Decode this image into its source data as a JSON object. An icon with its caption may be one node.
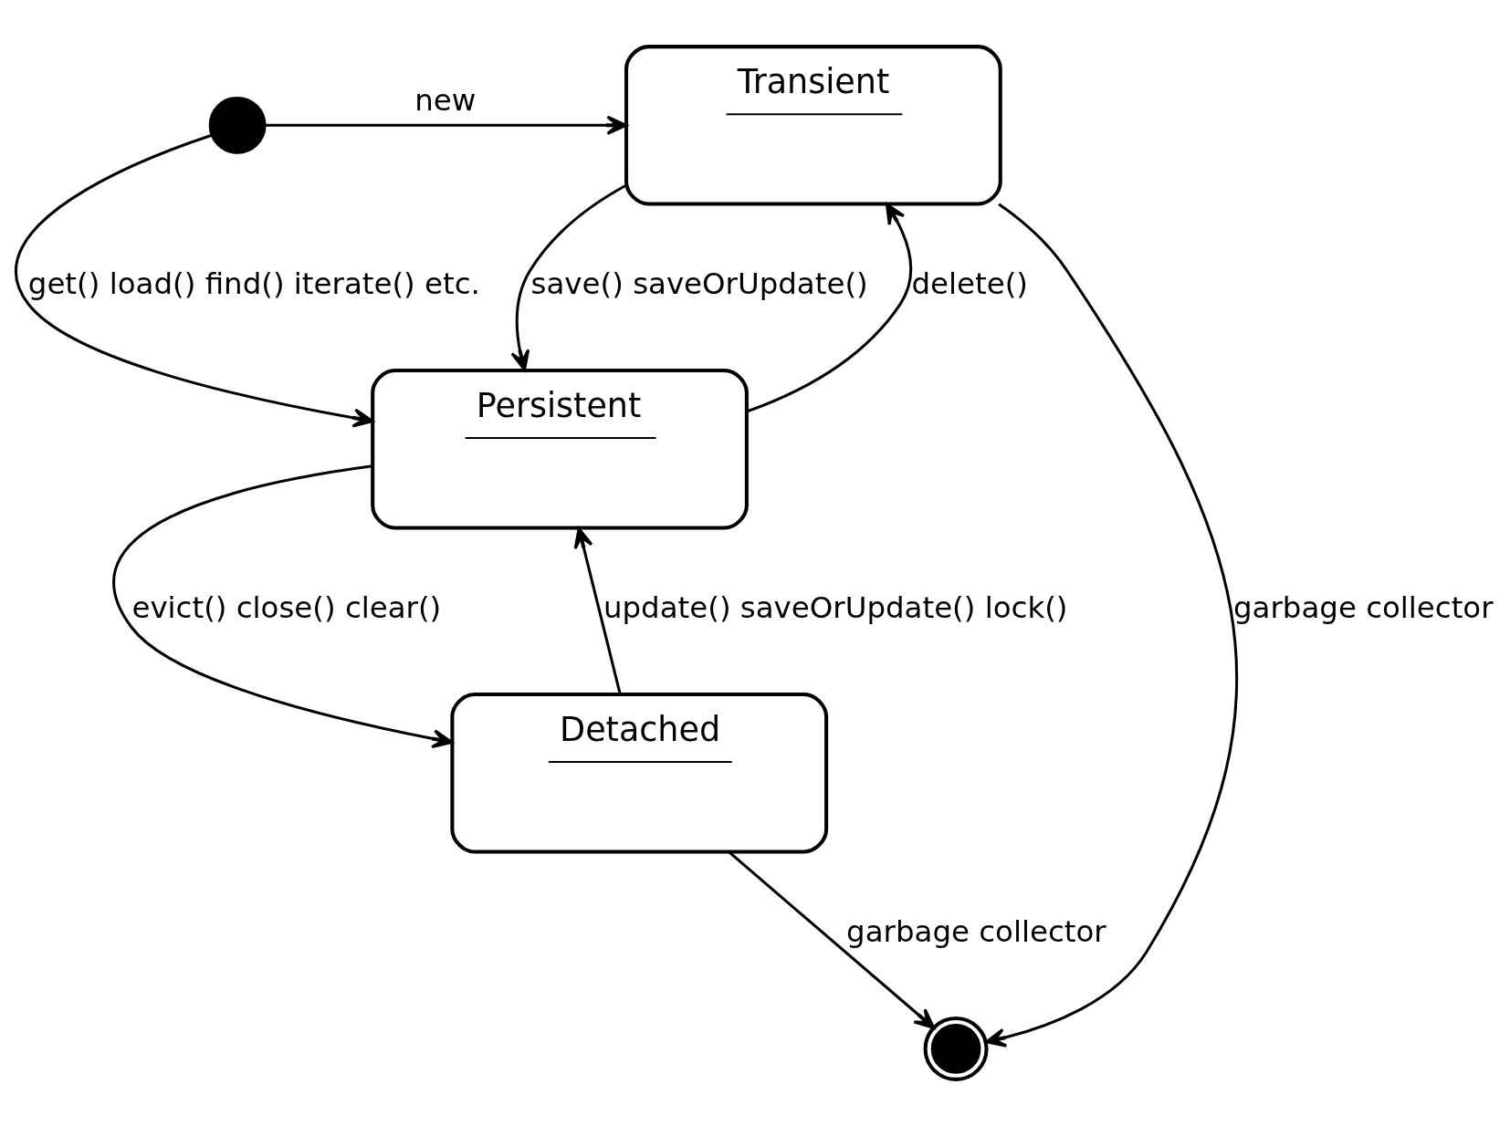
{
  "diagram": {
    "nodes": [
      {
        "text": [],
        "shape": "circle"
      },
      {
        "text": [
          "Transient"
        ]
      },
      {
        "text": [
          "Persistent"
        ]
      },
      {
        "text": [
          "Detached"
        ]
      },
      {
        "text": [],
        "shape": "circle"
      }
    ],
    "edges": [
      {
        "from": 0,
        "to": 1,
        "arrow": "to",
        "label": "new"
      },
      {
        "from": 0,
        "to": 2,
        "arrow": "to",
        "label": "get() load() find() iterate() etc."
      },
      {
        "from": 1,
        "to": 2,
        "arrow": "to",
        "label": "save() saveOrUpdate()"
      },
      {
        "from": 2,
        "to": 1,
        "arrow": "to",
        "label": "delete()"
      },
      {
        "from": 2,
        "to": 3,
        "arrow": "to",
        "label": "evict() close() clear()"
      },
      {
        "from": 3,
        "to": 2,
        "arrow": "to",
        "label": "update() saveOrUpdate() lock()"
      },
      {
        "from": 1,
        "to": 4,
        "arrow": "to",
        "label": "garbage collector"
      },
      {
        "from": 3,
        "to": 4,
        "arrow": "to",
        "label": "garbage collector"
      }
    ]
  }
}
